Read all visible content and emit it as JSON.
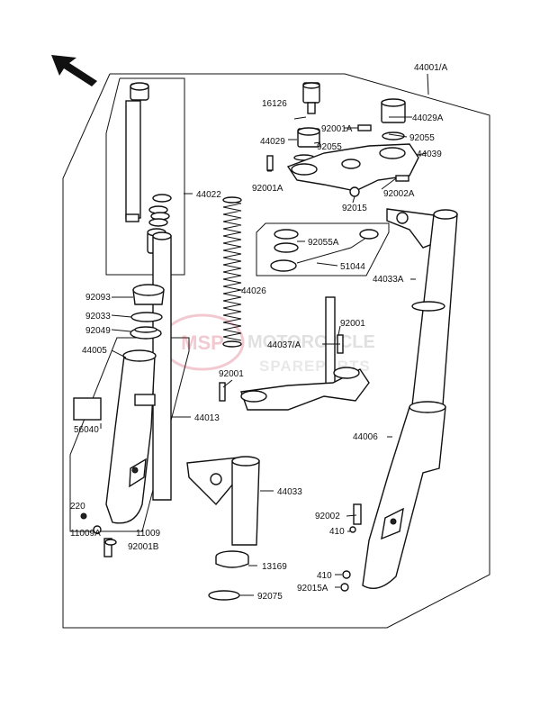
{
  "watermark": {
    "line1": "MOTORCYCLE",
    "line2": "SPAREPARTS",
    "badge": "MSP"
  },
  "labels": {
    "assembly": "44001/A",
    "p16126": "16126",
    "p92001A_top": "92001A",
    "p44029A": "44029A",
    "p44029": "44029",
    "p92055_l": "92055",
    "p92055_r": "92055",
    "p44039": "44039",
    "p92001A_l": "92001A",
    "p92002A": "92002A",
    "p92015": "92015",
    "p44022": "44022",
    "p92055A": "92055A",
    "p51044": "51044",
    "p44033A": "44033A",
    "p92093": "92093",
    "p44026": "44026",
    "p92033": "92033",
    "p92049": "92049",
    "p92001_r": "92001",
    "p44005": "44005",
    "p44037A": "44037/A",
    "p92001_l": "92001",
    "p44013": "44013",
    "p56040": "56040",
    "p44006": "44006",
    "p44033": "44033",
    "p220": "220",
    "p11009A": "11009A",
    "p11009": "11009",
    "p92001B": "92001B",
    "p92002": "92002",
    "p410_a": "410",
    "p13169": "13169",
    "p410_b": "410",
    "p92015A": "92015A",
    "p92075": "92075"
  }
}
